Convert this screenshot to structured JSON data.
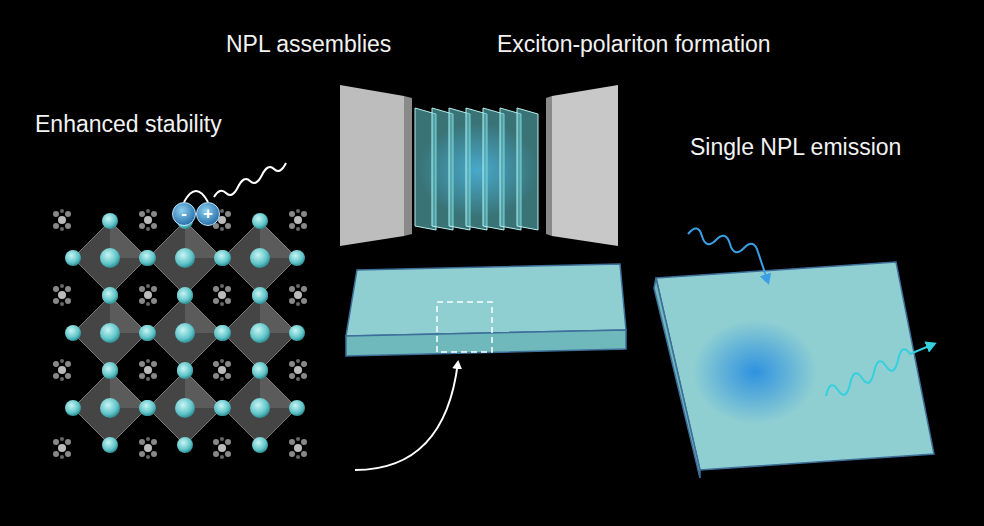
{
  "diagram": {
    "nodes": [
      {
        "text": [
          "-"
        ]
      },
      {
        "text": [
          "+"
        ]
      }
    ],
    "edges": [
      {
        "from": 0,
        "to": 1,
        "arrow": "none"
      }
    ],
    "labels": [
      "Enhanced stability",
      "NPL assemblies",
      "Exciton-polariton formation",
      "Single NPL emission"
    ]
  }
}
